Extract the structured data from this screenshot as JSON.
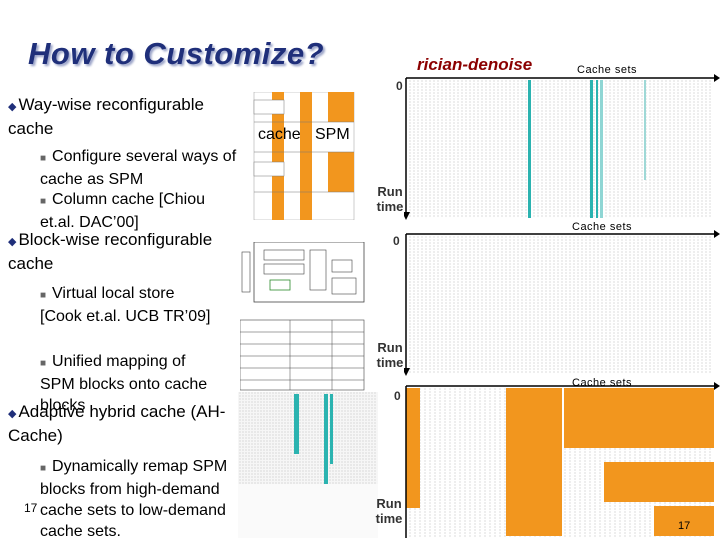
{
  "slide": {
    "title": "How to Customize?",
    "slide_number_left": "17",
    "slide_number_right": "17"
  },
  "bullets": {
    "b1": "Way-wise reconfigurable cache",
    "b1_subs": [
      "Configure several ways of cache as SPM",
      "Column cache [Chiou et.al. DAC’00]"
    ],
    "b2": "Block-wise reconfigurable cache",
    "b2_subs": [
      "Virtual local store [Cook et.al. UCB TR’09]",
      "Unified mapping of SPM blocks onto cache blocks"
    ],
    "b3": "Adaptive hybrid cache (AH-Cache)",
    "b3_subs": [
      "Dynamically remap SPM blocks from high-demand cache sets to low-demand cache sets."
    ]
  },
  "diagram_labels": {
    "cache": "cache",
    "spm": "SPM"
  },
  "plots": {
    "header": "rician-denoise",
    "x_label": "Cache sets",
    "y_label": "Run time",
    "zero": "0"
  },
  "colors": {
    "title": "#1f2f7a",
    "orange": "#f2961e",
    "teal": "#2bb3b0",
    "dark_red": "#8b0000"
  }
}
